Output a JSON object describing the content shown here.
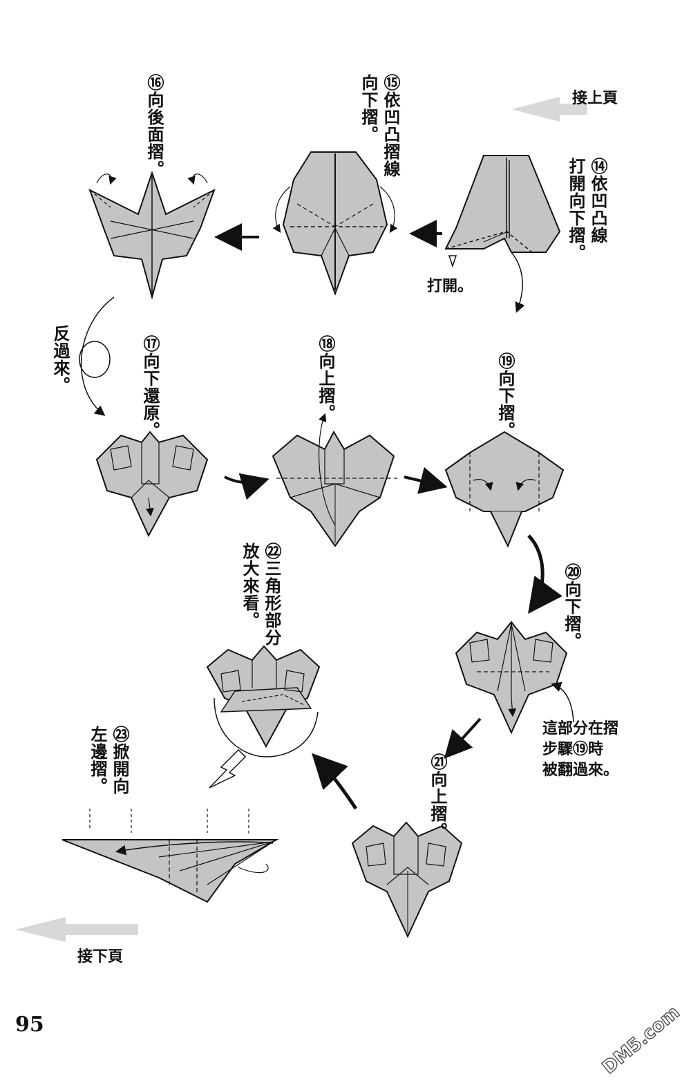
{
  "continue_from": "接上頁",
  "continue_to": "接下頁",
  "page_number": "95",
  "watermark": "DM5.com",
  "colors": {
    "paper": "#c4c4c4",
    "ink": "#111111",
    "ghost_arrow": "#d8d8d8"
  },
  "steps": {
    "s14": {
      "num": "⑭",
      "lines": [
        "依凹凸線",
        "打開向下摺。"
      ]
    },
    "s14_open": "打開。",
    "s15": {
      "num": "⑮",
      "lines": [
        "依凹凸摺線",
        "向下摺。"
      ]
    },
    "s16": {
      "num": "⑯",
      "lines": [
        "向後面摺。"
      ]
    },
    "flip": {
      "lines": [
        "反過來。"
      ]
    },
    "s17": {
      "num": "⑰",
      "lines": [
        "向下還原。"
      ]
    },
    "s18": {
      "num": "⑱",
      "lines": [
        "向上摺。"
      ]
    },
    "s19": {
      "num": "⑲",
      "lines": [
        "向下摺。"
      ]
    },
    "s20": {
      "num": "⑳",
      "lines": [
        "向下摺。"
      ]
    },
    "s20_note": [
      "這部分在摺",
      "步驟⑲時",
      "被翻過來。"
    ],
    "s21": {
      "num": "㉑",
      "lines": [
        "向上摺。"
      ]
    },
    "s22": {
      "num": "㉒",
      "lines": [
        "三角形部分",
        "放大來看。"
      ]
    },
    "s23": {
      "num": "㉓",
      "lines": [
        "掀開向",
        "左邊摺。"
      ]
    }
  }
}
